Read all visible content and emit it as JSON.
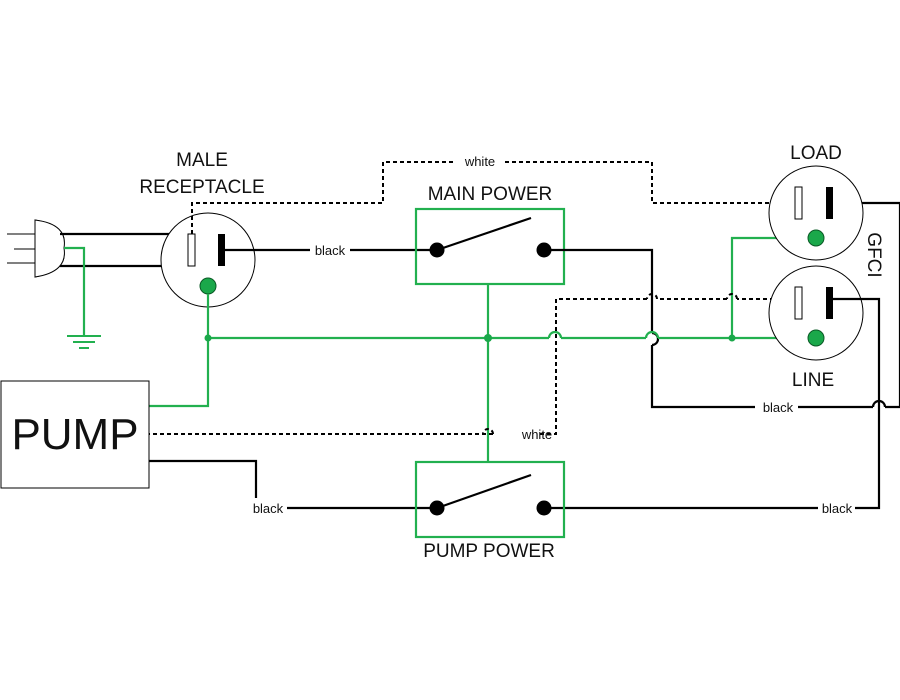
{
  "diagram": {
    "type": "wiring-schematic",
    "colors": {
      "ground": "#22b04f",
      "hot": "#000000",
      "neutral": "#000000",
      "ground_dot": "#1aa84a"
    },
    "components": {
      "male_receptacle": {
        "label_line1": "MALE",
        "label_line2": "RECEPTACLE"
      },
      "main_power": {
        "label": "MAIN POWER"
      },
      "pump_power": {
        "label": "PUMP POWER"
      },
      "gfci": {
        "label": "GFCI",
        "load_label": "LOAD",
        "line_label": "LINE"
      },
      "pump": {
        "label": "PUMP"
      }
    },
    "wire_labels": {
      "white_top": "white",
      "black_receptacle": "black",
      "black_gfci_line": "black",
      "white_pump": "white",
      "black_pump": "black",
      "black_pump_return": "black"
    }
  }
}
